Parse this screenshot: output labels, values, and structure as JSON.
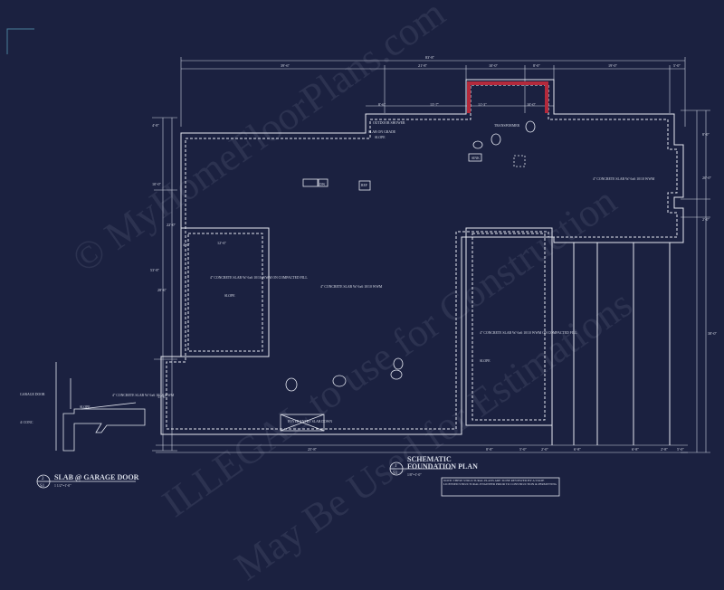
{
  "watermark": {
    "line1": "© MyHomeFloorPlans.com",
    "line2": "ILLEGAL to use for Construction",
    "line3": "May Be Used for Estimations"
  },
  "main_plan": {
    "title": "SCHEMATIC",
    "subtitle": "FOUNDATION PLAN",
    "scale": "1/8\"=1'-0\"",
    "tag_number": "1",
    "tag_sheet": "S1",
    "note": "NOTE: THESE STRUCTURAL PLANS ARE TO BE REVIEWED BY A STATE LICENSED STRUCTURAL ENGINEER PRIOR TO CONSTRUCTION & PERMITTING"
  },
  "detail": {
    "title": "SLAB @ GARAGE DOOR",
    "scale": "1 1/2\"=1'-0\"",
    "tag_number": "2",
    "tag_sheet": "S1",
    "labels": {
      "garage_door": "GARAGE DOOR",
      "concrete_slab": "4\" CONCRETE SLAB W/ 6x6 10/10 WWM",
      "slope": "SLOPE",
      "conc": "4\\ CONC"
    }
  },
  "room_labels": {
    "main_slab": "4\" CONCRETE SLAB W/ 6x6 10/10 WWM",
    "left_slab": "4\" CONCRETE SLAB W/ 6x6 10/10 WWM ON COMPACTED FILL",
    "left_slope": "SLOPE",
    "right_slab": "4\" CONCRETE SLAB W/ 6x6 10/10 WWM ON COMPACTED FILL",
    "right_slope": "SLOPE",
    "upper_right_slab": "4\" CONCRETE SLAB W/ 6x6 10/10 WWM",
    "outdoor_shower": "OUTDOOR SHOWER",
    "slab_on_grade": "SLAB ON GRADE",
    "slope_top": "SLOPE",
    "transformer": "TRANSFORMER",
    "sink": "SINK",
    "dw": "DW",
    "ref": "REF",
    "entry": "FOYER ENTRY SLAB DOWN"
  },
  "dimensions": {
    "overall_top": "83'-8\"",
    "top_1": "39'-6\"",
    "top_2": "21'-8\"",
    "top_3": "10'-0\"",
    "top_4": "8'-0\"",
    "top_5": "19'-0\"",
    "top_6": "5'-0\"",
    "mid_1": "8'-6\"",
    "mid_2": "13'-7\"",
    "mid_3": "11'-3\"",
    "mid_4": "10'-0\"",
    "left_1": "4'-8\"",
    "left_2": "10'-0\"",
    "left_3": "28'-6\"",
    "left_4": "13'-6\"",
    "left_overall": "53'-8\"",
    "left_inner": "22'-0\"",
    "inner_top": "12'-6\"",
    "inner_left": "4'-0\"",
    "right_1": "8'-0\"",
    "right_2": "20'-0\"",
    "right_3": "2'-0\"",
    "right_overall": "38'-0\"",
    "bot_1": "25'-8\"",
    "bot_2": "8'-8\"",
    "bot_3": "5'-0\"",
    "bot_4": "2'-0\"",
    "bot_5": "6'-8\"",
    "bot_6": "6'-8\"",
    "bot_7": "2'-8\"",
    "bot_8": "5'-0\""
  }
}
